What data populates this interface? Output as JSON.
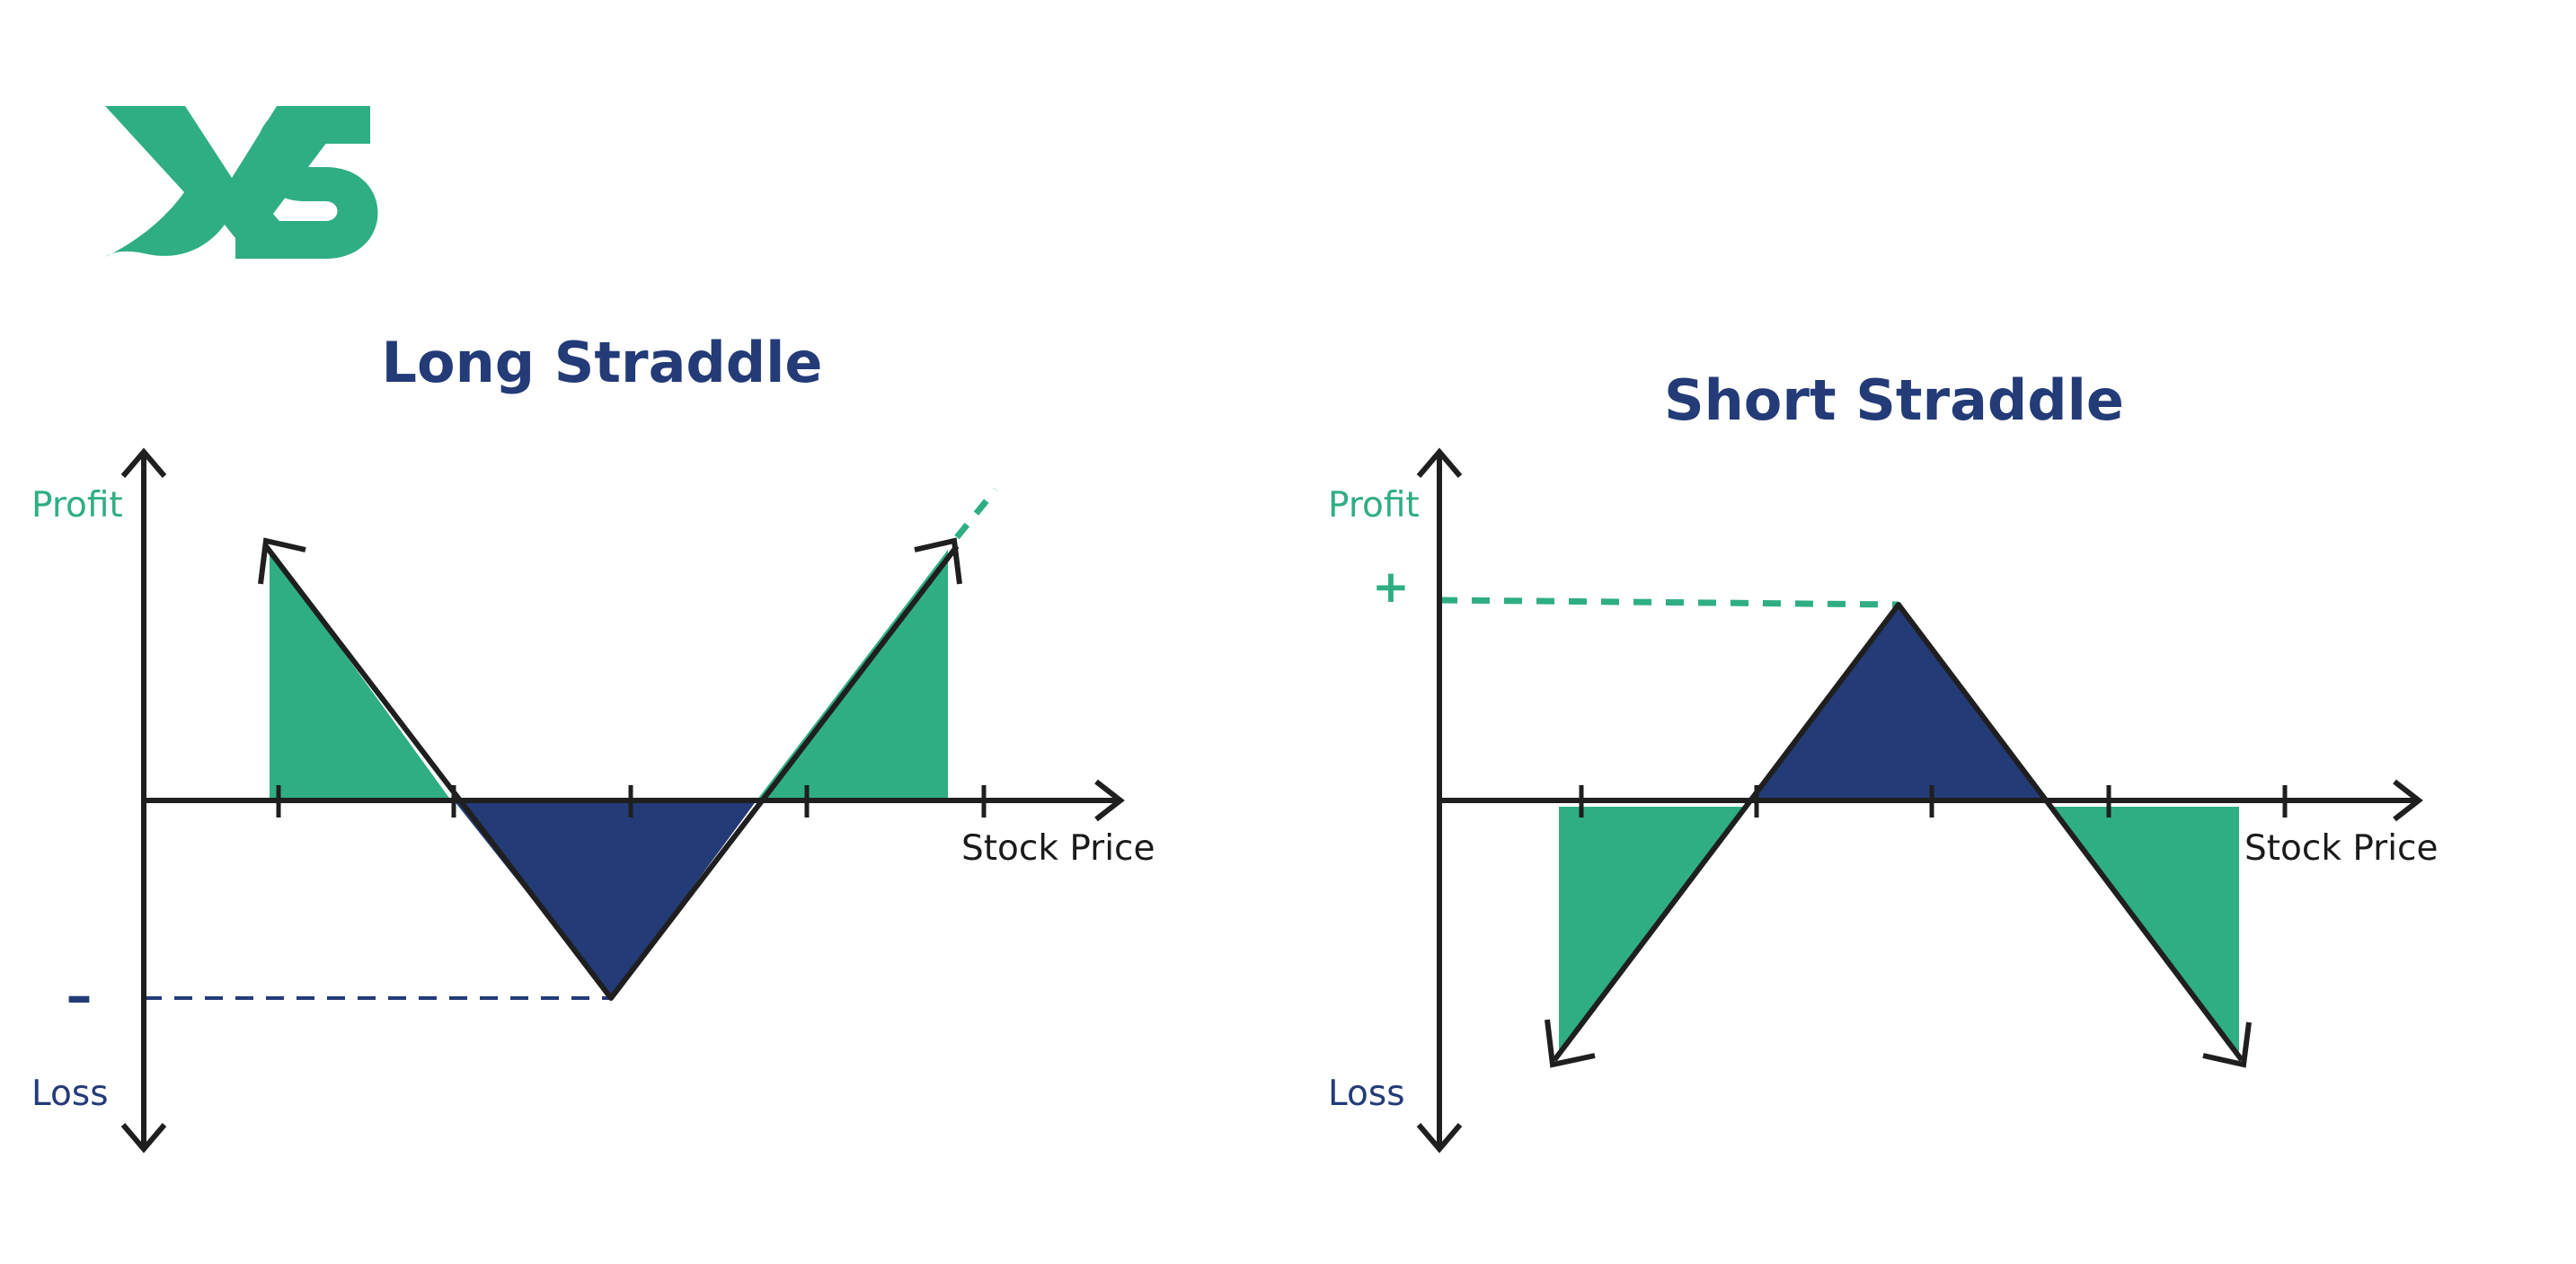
{
  "colors": {
    "green": "#2FAE83",
    "navy": "#233B77",
    "ink": "#1f1f1f",
    "background": "#ffffff"
  },
  "logo": {
    "text": "XS",
    "icon": "xs-logo-icon"
  },
  "diagrams": [
    {
      "title": "Long Straddle",
      "y_top_label": "Profit",
      "y_bottom_label": "Loss",
      "x_label": "Stock Price",
      "reference_marker": "–",
      "payoff_shape": "V",
      "profit_regions": 2,
      "loss_regions": 1
    },
    {
      "title": "Short Straddle",
      "y_top_label": "Profit",
      "y_bottom_label": "Loss",
      "x_label": "Stock Price",
      "reference_marker": "+",
      "payoff_shape": "inverted-V",
      "profit_regions": 1,
      "loss_regions": 2
    }
  ]
}
